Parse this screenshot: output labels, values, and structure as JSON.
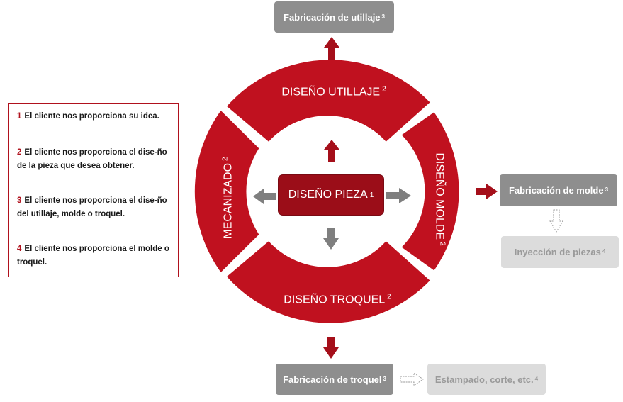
{
  "center": {
    "label": "DISEÑO PIEZA",
    "sup": "1"
  },
  "segments": {
    "top": {
      "label": "DISEÑO UTILLAJE",
      "sup": "2"
    },
    "right": {
      "label": "DISEÑO MOLDE",
      "sup": "2"
    },
    "bottom": {
      "label": "DISEÑO TROQUEL",
      "sup": "2"
    },
    "left": {
      "label": "MECANIZADO",
      "sup": "2"
    }
  },
  "outputs": {
    "utillaje": {
      "label": "Fabricación de utillaje",
      "sup": "3"
    },
    "molde": {
      "label": "Fabricación de molde",
      "sup": "3"
    },
    "inyeccion": {
      "label": "Inyección de piezas",
      "sup": "4"
    },
    "troquel": {
      "label": "Fabricación de troquel",
      "sup": "3"
    },
    "estampado": {
      "label": "Estampado, corte, etc.",
      "sup": "4"
    }
  },
  "legend": {
    "items": [
      {
        "num": "1",
        "text": "El cliente nos proporciona su idea."
      },
      {
        "num": "2",
        "text": "El cliente nos proporciona el dise-ño de la pieza que desea obtener."
      },
      {
        "num": "3",
        "text": "El cliente nos proporciona el dise-ño del utillaje, molde o troquel."
      },
      {
        "num": "4",
        "text": "El cliente nos proporciona el molde o troquel."
      }
    ]
  },
  "colors": {
    "ring": "#c0111f",
    "center": "#9b0d18",
    "arrow_red": "#a50f1a",
    "arrow_gray": "#7f7f7f",
    "box_dark": "#8e8e8e",
    "box_light": "#dcdcdc"
  }
}
